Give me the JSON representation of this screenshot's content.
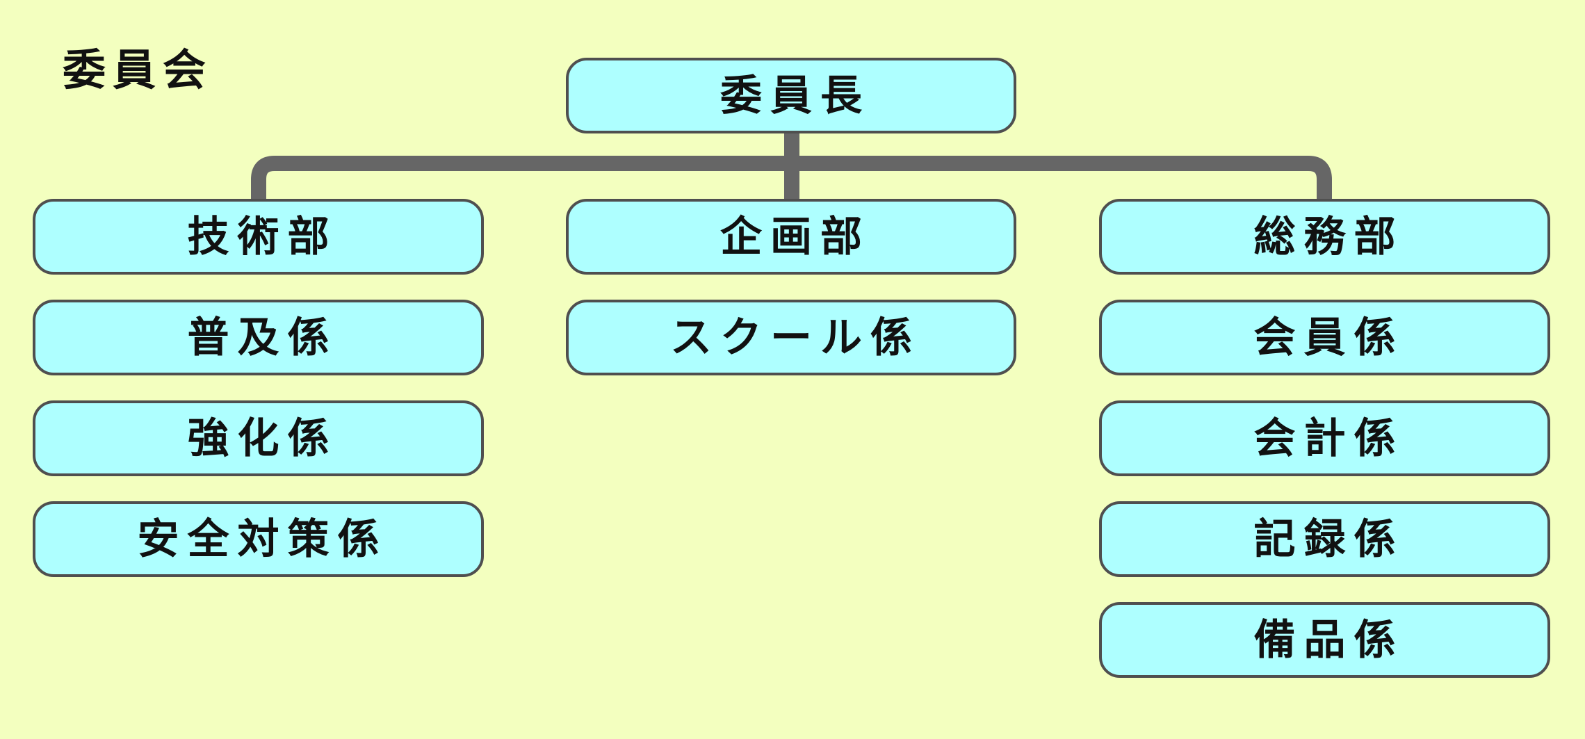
{
  "colors": {
    "background": "#f3ffbf",
    "box_fill": "#aeffff",
    "box_border": "#4f4f4f",
    "connector": "#666666",
    "text": "#111111"
  },
  "title": "委員会",
  "head": {
    "label": "委員長"
  },
  "departments": [
    {
      "label": "技術部",
      "sections": [
        "普及係",
        "強化係",
        "安全対策係"
      ]
    },
    {
      "label": "企画部",
      "sections": [
        "スクール係"
      ]
    },
    {
      "label": "総務部",
      "sections": [
        "会員係",
        "会計係",
        "記録係",
        "備品係"
      ]
    }
  ]
}
